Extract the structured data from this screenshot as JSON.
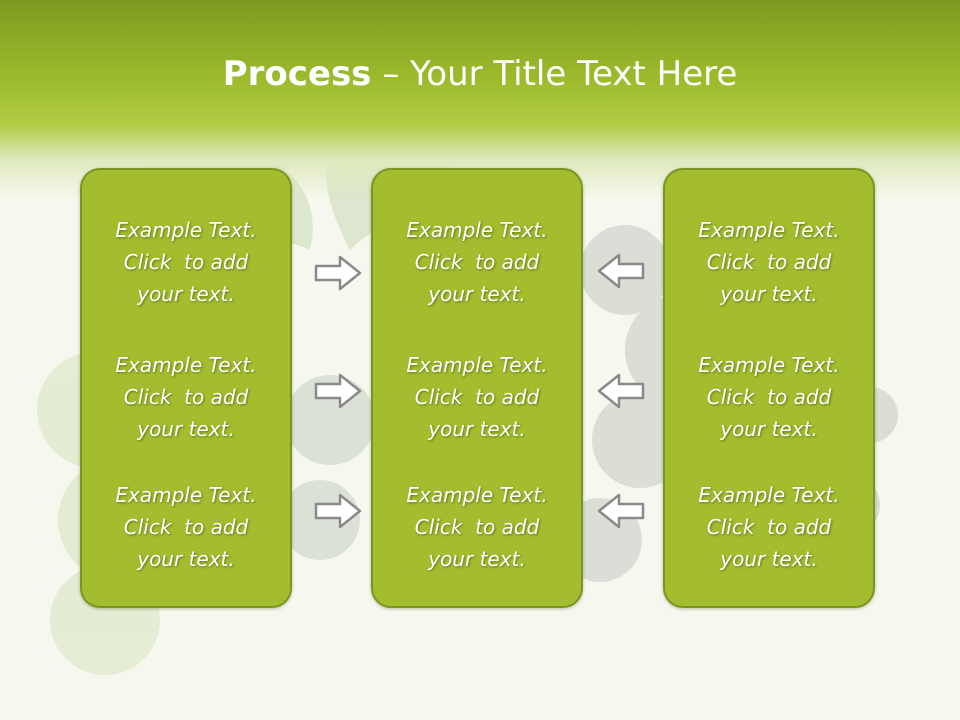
{
  "title": {
    "bold": "Process",
    "rest": " – Your Title Text Here"
  },
  "columns": [
    {
      "items": [
        {
          "l1": "Example Text.",
          "l2": "Click  to add",
          "l3": "your text."
        },
        {
          "l1": "Example Text.",
          "l2": "Click  to add",
          "l3": "your text."
        },
        {
          "l1": "Example Text.",
          "l2": "Click  to add",
          "l3": "your text."
        }
      ]
    },
    {
      "items": [
        {
          "l1": "Example Text.",
          "l2": "Click  to add",
          "l3": "your text."
        },
        {
          "l1": "Example Text.",
          "l2": "Click  to add",
          "l3": "your text."
        },
        {
          "l1": "Example Text.",
          "l2": "Click  to add",
          "l3": "your text."
        }
      ]
    },
    {
      "items": [
        {
          "l1": "Example Text.",
          "l2": "Click  to add",
          "l3": "your text."
        },
        {
          "l1": "Example Text.",
          "l2": "Click  to add",
          "l3": "your text."
        },
        {
          "l1": "Example Text.",
          "l2": "Click  to add",
          "l3": "your text."
        }
      ]
    }
  ],
  "arrows": {
    "left_group": "right-arrow-icon",
    "right_group": "left-arrow-icon"
  },
  "colors": {
    "accent": "#a3bd2f",
    "border": "#7c9522",
    "header": "#8fae24",
    "arrow_fill": "#ffffff",
    "arrow_stroke": "#8a8a8a"
  }
}
